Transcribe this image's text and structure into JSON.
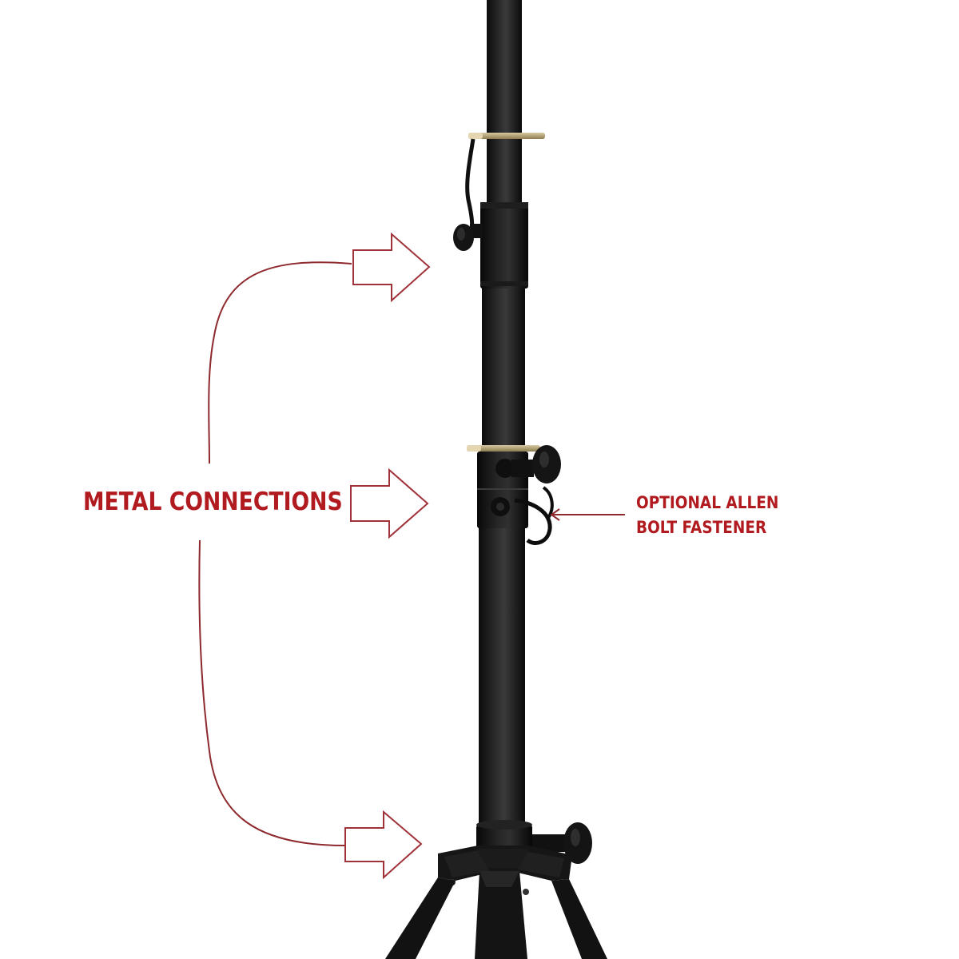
{
  "labels": {
    "main": "METAL CONNECTIONS",
    "side_line1": "OPTIONAL ALLEN",
    "side_line2": "BOLT FASTENER"
  },
  "colors": {
    "label_red": "#b11a1f",
    "bracket_red": "#8e2a2e",
    "arrow_red": "#a0323a",
    "stand_black": "#151515",
    "background": "#ffffff"
  }
}
